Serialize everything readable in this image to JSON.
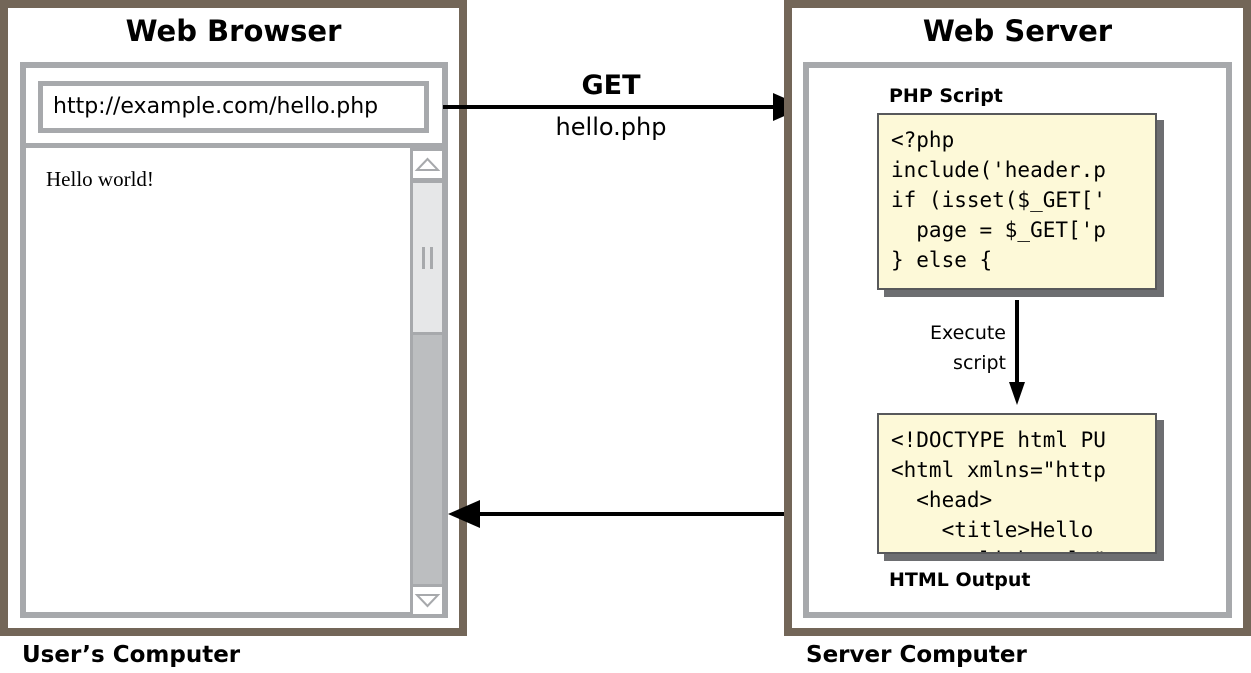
{
  "client": {
    "title": "Web Browser",
    "url": "http://example.com/hello.php",
    "content": "Hello world!",
    "footer": "User’s Computer"
  },
  "request": {
    "method": "GET",
    "resource": "hello.php"
  },
  "server": {
    "title": "Web Server",
    "script_label": "PHP Script",
    "script_lines": [
      "<?php",
      "include('header.p",
      "if (isset($_GET['",
      "  page = $_GET['p",
      "} else {"
    ],
    "execute_label": "Execute\nscript",
    "output_lines": [
      "<!DOCTYPE html PU",
      "<html xmlns=\"http",
      "  <head>",
      "    <title>Hello",
      "      <link rel=\""
    ],
    "output_label": "HTML Output",
    "footer": "Server Computer"
  },
  "colors": {
    "frame": "#736658",
    "panel": "#a7a9ac",
    "code_bg": "#fdf9d8"
  }
}
